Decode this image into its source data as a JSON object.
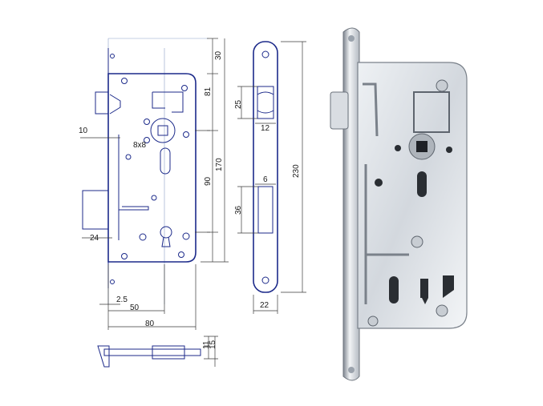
{
  "labels": {
    "d30": "30",
    "d81": "81",
    "d10": "10",
    "d8x8": "8x8",
    "d90": "90",
    "d170": "170",
    "d24": "24",
    "d2_5": "2.5",
    "d50": "50",
    "d80": "80",
    "d25": "25",
    "d12": "12",
    "d6": "6",
    "d36": "36",
    "d22": "22",
    "d230": "230",
    "d11": "11",
    "d15": "15"
  },
  "colors": {
    "drawing_line": "#1c2a8a",
    "dimension_line": "#3a3a3a",
    "metal_light": "#e4e8ee",
    "metal_dark": "#8a929c"
  }
}
